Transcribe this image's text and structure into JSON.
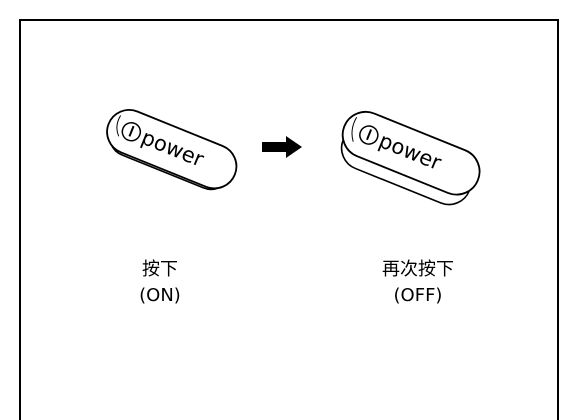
{
  "diagram": {
    "button_text": "power",
    "power_symbol_icon": "power-symbol-icon",
    "arrow_icon": "right-arrow-icon",
    "left_label": {
      "line1": "按下",
      "line2": "(ON)"
    },
    "right_label": {
      "line1": "再次按下",
      "line2": "(OFF)"
    }
  }
}
